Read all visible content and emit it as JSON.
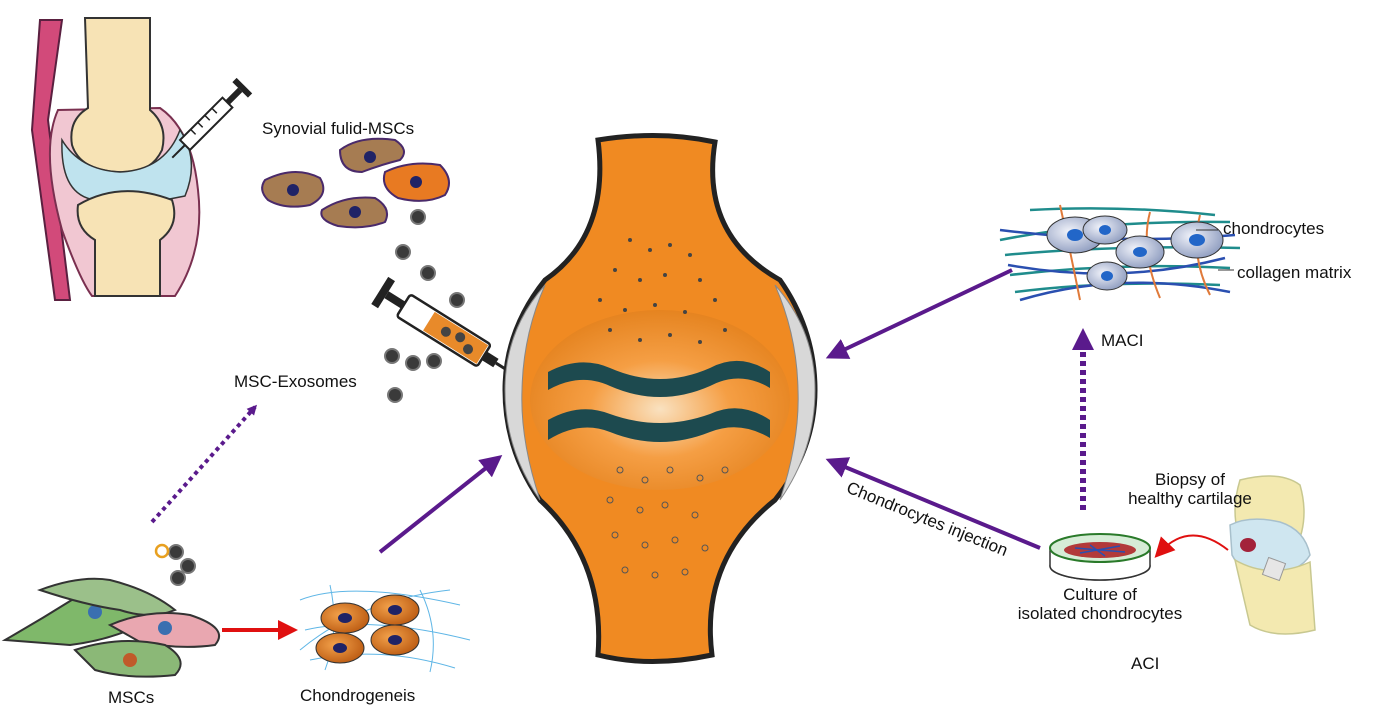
{
  "labels": {
    "synovial": "Synovial fulid-MSCs",
    "exosomes": "MSC-Exosomes",
    "mscs": "MSCs",
    "chondrogenesis": "Chondrogeneis",
    "chondrocytes": "chondrocytes",
    "collagen": "collagen matrix",
    "maci": "MACI",
    "biopsy_line1": "Biopsy of",
    "biopsy_line2": "healthy cartilage",
    "injection": "Chondrocytes injection",
    "culture_line1": "Culture of",
    "culture_line2": "isolated chondrocytes",
    "aci": "ACI"
  },
  "colors": {
    "arrow_purple": "#5a1a8c",
    "arrow_red": "#e01010",
    "bone_orange": "#f08a22",
    "cartilage_teal": "#1d4a4f",
    "synovium_pink": "#e7a7b8",
    "cartilage_blue": "#bfe3ee",
    "bone_cream": "#f7e3b5"
  },
  "icons": [
    "syringe-icon",
    "petri-dish-icon",
    "knee-joint-icon",
    "cell-icon",
    "exosome-icon"
  ]
}
